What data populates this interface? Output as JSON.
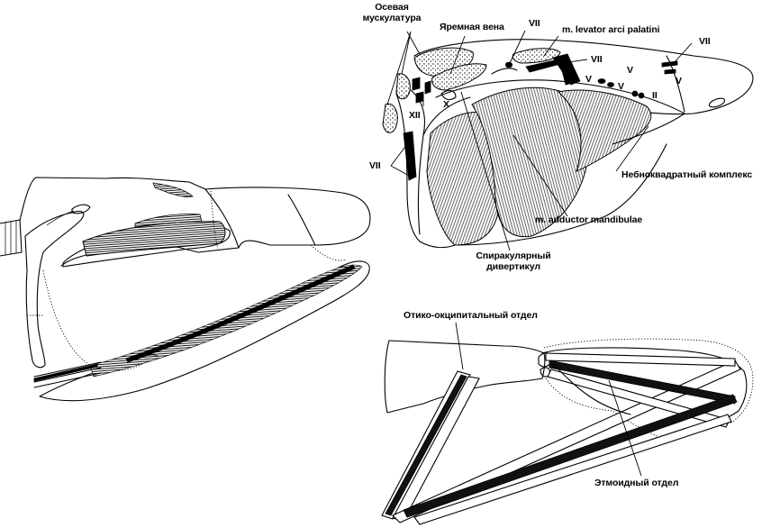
{
  "labels": {
    "axial_muscles": "Осевая мускулатура",
    "jugular_vein": "Яремная вена",
    "vii_top": "VII",
    "levator": "m. levator arci palatini",
    "vii_right": "VII",
    "vii_mid": "VII",
    "v_a": "V",
    "v_b": "V",
    "v_c": "V",
    "v_d": "V",
    "ii": "II",
    "x": "X",
    "xii": "XII",
    "vii_left": "VII",
    "palatoquadrate": "Небноквадратный комплекс",
    "adductor": "m. adductor mandibulae",
    "spiracular": "Спиракулярный дивертикул",
    "otic": "Отико-окципитальный отдел",
    "ethmoid": "Этмоидный отдел"
  }
}
